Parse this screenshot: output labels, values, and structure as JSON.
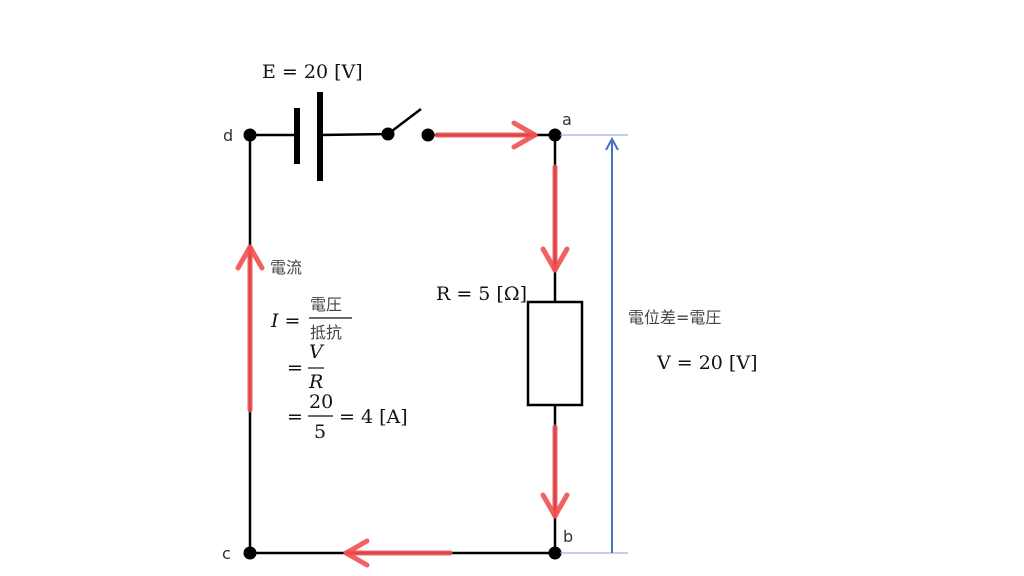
{
  "battery_label": "E = 20 [V]",
  "nodes": {
    "a": "a",
    "b": "b",
    "c": "c",
    "d": "d"
  },
  "current_label": "電流",
  "formula": {
    "lhs": "I =",
    "frac1_num": "電圧",
    "frac1_den": "抵抗",
    "eq2": "=",
    "frac2_num": "V",
    "frac2_den": "R",
    "eq3": "=",
    "frac3_num": "20",
    "frac3_den": "5",
    "result": "= 4 [A]"
  },
  "resistor_label": "R = 5 [Ω]",
  "potential_label": "電位差=電圧",
  "voltage_label": "V = 20 [V]",
  "colors": {
    "wire": "#000000",
    "current": "#f05050",
    "voltage": "#4472c4"
  }
}
